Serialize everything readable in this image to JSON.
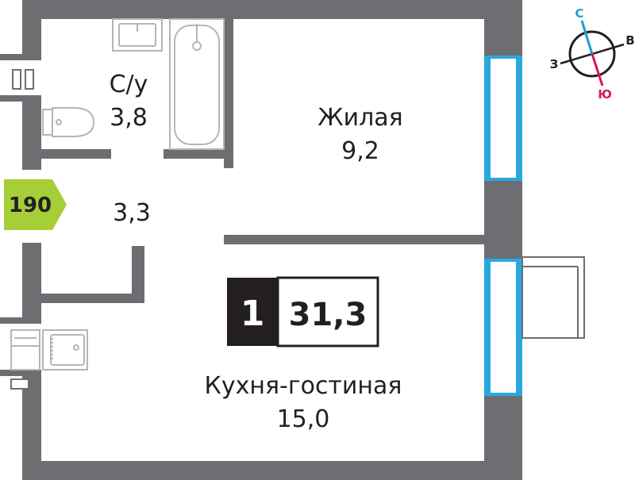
{
  "rooms": {
    "bathroom": {
      "name": "С/у",
      "area": "3,8"
    },
    "living": {
      "name": "Жилая",
      "area": "9,2"
    },
    "hall": {
      "area": "3,3"
    },
    "kitchen": {
      "name": "Кухня-гостиная",
      "area": "15,0"
    }
  },
  "apartment": {
    "room_count": "1",
    "total_area": "31,3"
  },
  "number_badge": {
    "label": "190",
    "color": "#a6ce39"
  },
  "compass": {
    "north": "С",
    "east": "В",
    "west": "З",
    "south": "Ю",
    "north_color": "#1ea0c8",
    "south_color": "#d6185f"
  },
  "colors": {
    "wall": "#6d6e71",
    "window": "#29a8e0",
    "fixture": "#b5b5b5",
    "text": "#231f20"
  }
}
